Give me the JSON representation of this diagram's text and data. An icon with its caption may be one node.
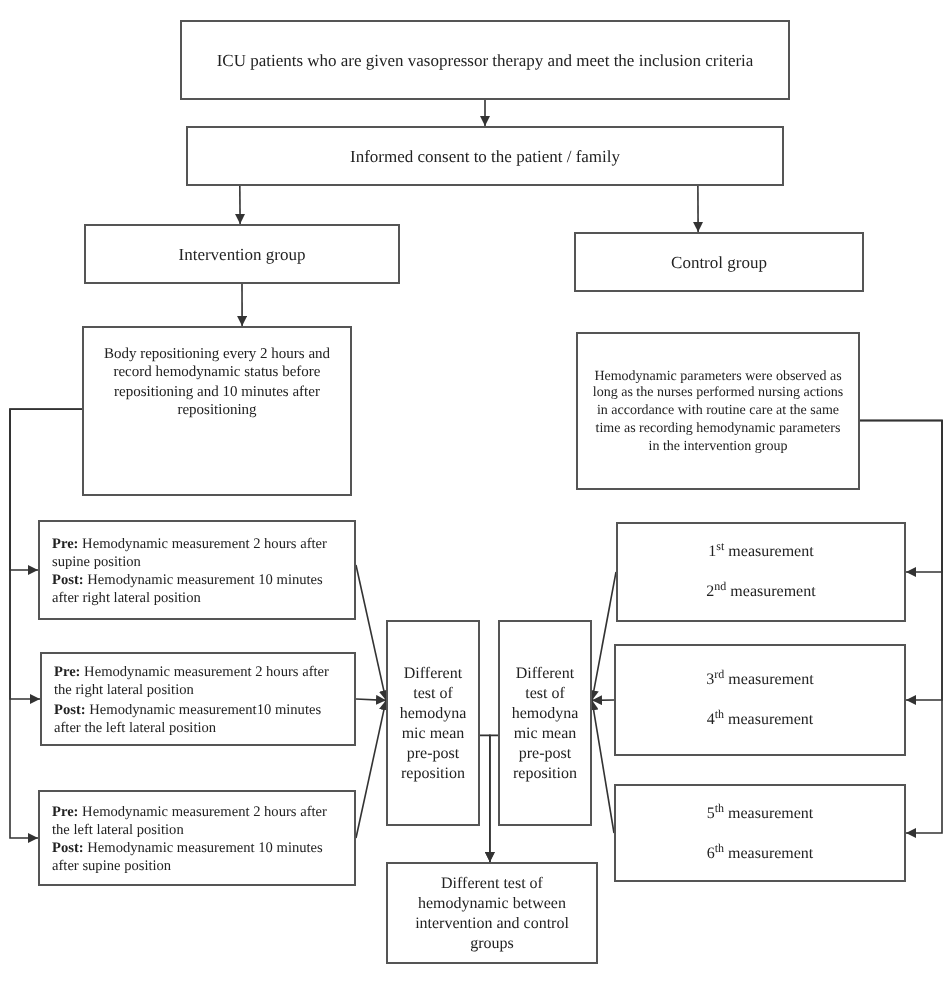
{
  "diagram": {
    "nodes": [
      {
        "text": [
          "ICU patients who are given vasopressor therapy and meet the inclusion criteria"
        ]
      },
      {
        "text": [
          "Informed consent to the patient / family"
        ]
      },
      {
        "text": [
          "Intervention group"
        ]
      },
      {
        "text": [
          "Control group"
        ]
      },
      {
        "text": [
          "Body repositioning every 2 hours and record hemodynamic status before repositioning and 10 minutes after repositioning"
        ]
      },
      {
        "text": [
          "Hemodynamic parameters were observed as long as the nurses performed nursing actions in accordance with routine care at the same time as recording hemodynamic parameters in the intervention group"
        ]
      },
      {
        "text": [
          "**Pre:** Hemodynamic measurement 2 hours after supine position",
          "**Post:** Hemodynamic measurement 10 minutes after right lateral position"
        ]
      },
      {
        "text": [
          "**Pre:** Hemodynamic measurement 2 hours after the right lateral position",
          "**Post:** Hemodynamic measurement10 minutes after the left lateral position"
        ]
      },
      {
        "text": [
          "**Pre:** Hemodynamic measurement 2 hours after the left lateral position",
          "**Post:** Hemodynamic measurement 10 minutes after supine position"
        ]
      },
      {
        "text": [
          "Different test of hemodyna mic mean pre-post reposition"
        ]
      },
      {
        "text": [
          "Different test of hemodyna mic mean pre-post reposition"
        ]
      },
      {
        "text": [
          "1$^{st}$ measurement",
          "2$^{nd}$ measurement"
        ]
      },
      {
        "text": [
          "3$^{rd}$ measurement",
          "4$^{th}$ measurement"
        ]
      },
      {
        "text": [
          "5$^{th}$ measurement",
          "6$^{th}$ measurement"
        ]
      },
      {
        "text": [
          "Different test of hemodynamic between intervention and control groups"
        ]
      }
    ],
    "edges": [
      {
        "from": 0,
        "to": 1,
        "arrow": "to"
      },
      {
        "from": 1,
        "to": 2,
        "arrow": "to"
      },
      {
        "from": 1,
        "to": 3,
        "arrow": "to"
      },
      {
        "from": 2,
        "to": 4,
        "arrow": "to"
      },
      {
        "from": 4,
        "to": 6,
        "arrow": "to"
      },
      {
        "from": 4,
        "to": 7,
        "arrow": "to"
      },
      {
        "from": 4,
        "to": 8,
        "arrow": "to"
      },
      {
        "from": 5,
        "to": 11,
        "arrow": "to"
      },
      {
        "from": 5,
        "to": 12,
        "arrow": "to"
      },
      {
        "from": 5,
        "to": 13,
        "arrow": "to"
      },
      {
        "from": 6,
        "to": 9,
        "arrow": "to"
      },
      {
        "from": 7,
        "to": 9,
        "arrow": "to"
      },
      {
        "from": 8,
        "to": 9,
        "arrow": "to"
      },
      {
        "from": 11,
        "to": 10,
        "arrow": "to"
      },
      {
        "from": 12,
        "to": 10,
        "arrow": "to"
      },
      {
        "from": 13,
        "to": 10,
        "arrow": "to"
      },
      {
        "from": 9,
        "to": 14,
        "arrow": "to"
      },
      {
        "from": 10,
        "to": 14,
        "arrow": "to"
      }
    ]
  }
}
